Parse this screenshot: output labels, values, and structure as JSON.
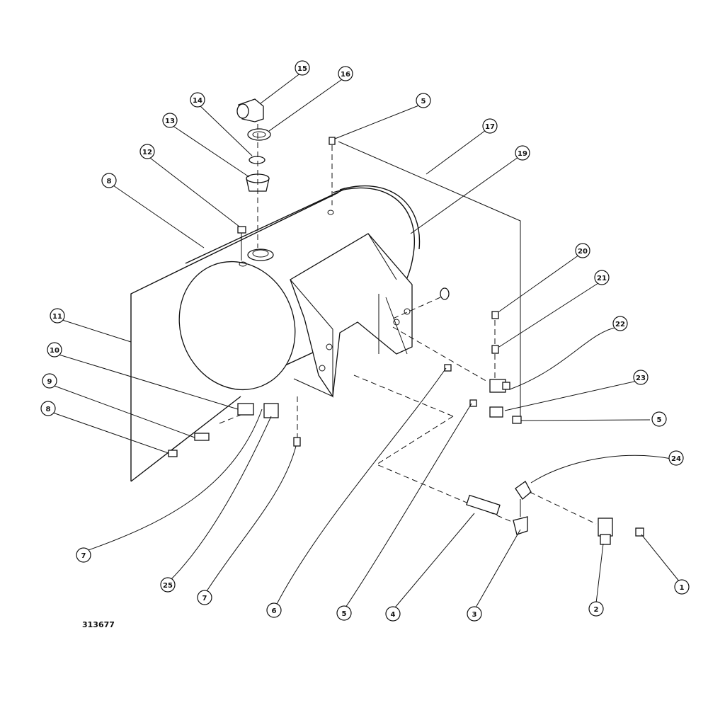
{
  "drawing_number": "313677",
  "callouts": [
    "1",
    "2",
    "3",
    "4",
    "5",
    "5",
    "5",
    "6",
    "7",
    "7",
    "8",
    "8",
    "9",
    "10",
    "11",
    "12",
    "13",
    "14",
    "15",
    "16",
    "17",
    "19",
    "20",
    "21",
    "22",
    "23",
    "24",
    "25"
  ]
}
